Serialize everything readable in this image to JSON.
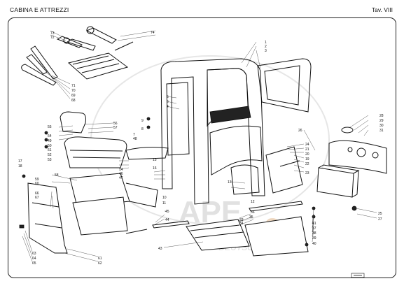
{
  "header": {
    "title": "CABINA E ATTREZZI",
    "plate": "Tav. VIII"
  },
  "watermark": {
    "brand": "APE",
    "number": "3",
    "region": "DEUTSCHLAND E.V."
  },
  "colors": {
    "ink": "#111111",
    "watermark": "#d9d9d9",
    "watermark_accent": "#e8c9a8"
  },
  "callouts": {
    "c1": "1",
    "c2": "2",
    "c3": "3",
    "c4": "4",
    "c5": "5",
    "c6": "6",
    "c7": "7",
    "c8": "8",
    "c9": "9",
    "c10": "10",
    "c11": "11",
    "c12": "12",
    "c13": "13",
    "c14": "14",
    "c15": "15",
    "c16": "16",
    "c17": "17",
    "c18": "18",
    "c19": "19",
    "c20": "20",
    "c21": "21",
    "c22": "22",
    "c23": "23",
    "c24": "24",
    "c25": "25",
    "c26": "26",
    "c27": "27",
    "c28": "28",
    "c29": "29",
    "c30": "30",
    "c31": "31",
    "c33": "33",
    "c34": "34",
    "c35": "35",
    "c36": "36",
    "c37": "37",
    "c38": "38",
    "c39": "39",
    "c40": "40",
    "c41": "41",
    "c43": "43",
    "c44": "44",
    "c45": "45",
    "c46": "46",
    "c47": "47",
    "c48": "48",
    "c49": "49",
    "c50": "50",
    "c51": "51",
    "c52": "52",
    "c53": "53",
    "c54": "54",
    "c55": "55",
    "c56": "56",
    "c57": "57",
    "c58": "58",
    "c59": "59",
    "c60": "60",
    "c61": "61",
    "c62": "62",
    "c63": "63",
    "c64": "64",
    "c65": "65",
    "c66": "66",
    "c67": "67",
    "c68": "68",
    "c69": "69",
    "c70": "70",
    "c71": "71",
    "c72": "72",
    "c73": "73",
    "c74": "74"
  }
}
